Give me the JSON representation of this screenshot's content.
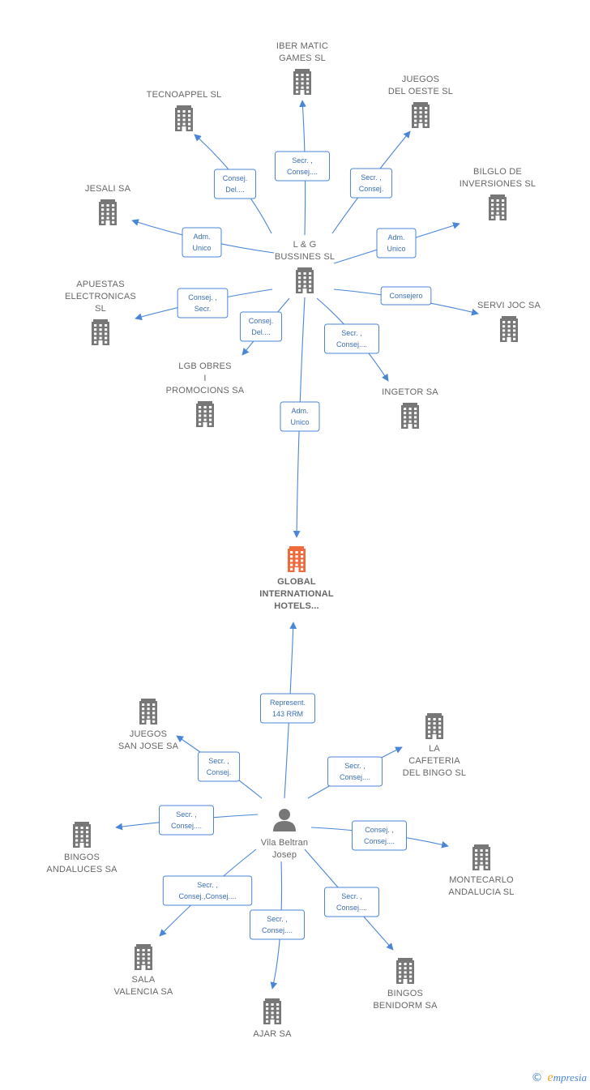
{
  "colors": {
    "edge": "#4a86d8",
    "company_icon": "#777777",
    "focus_icon": "#f06a3c",
    "person_icon": "#777777",
    "label": "#666666"
  },
  "nodes": [
    {
      "id": "lg",
      "type": "company",
      "lines": [
        "L & G",
        "BUSSINES  SL"
      ]
    },
    {
      "id": "global",
      "type": "focus",
      "lines": [
        "GLOBAL",
        "INTERNATIONAL",
        "HOTELS..."
      ]
    },
    {
      "id": "vila",
      "type": "person",
      "lines": [
        "Vila Beltran",
        "Josep"
      ]
    },
    {
      "id": "ibermatic",
      "type": "company",
      "lines": [
        "IBER MATIC",
        "GAMES SL"
      ]
    },
    {
      "id": "tecnoappel",
      "type": "company",
      "lines": [
        "TECNOAPPEL SL"
      ]
    },
    {
      "id": "juegosoeste",
      "type": "company",
      "lines": [
        "JUEGOS",
        "DEL OESTE SL"
      ]
    },
    {
      "id": "jesali",
      "type": "company",
      "lines": [
        "JESALI SA"
      ]
    },
    {
      "id": "bilglo",
      "type": "company",
      "lines": [
        "BILGLO DE",
        "INVERSIONES SL"
      ]
    },
    {
      "id": "apuestas",
      "type": "company",
      "lines": [
        "APUESTAS",
        "ELECTRONICAS",
        "SL"
      ]
    },
    {
      "id": "servijoc",
      "type": "company",
      "lines": [
        "SERVI JOC SA"
      ]
    },
    {
      "id": "lgbobres",
      "type": "company",
      "lines": [
        "LGB OBRES",
        "I",
        "PROMOCIONS SA"
      ]
    },
    {
      "id": "ingetor",
      "type": "company",
      "lines": [
        "INGETOR SA"
      ]
    },
    {
      "id": "juegossanjose",
      "type": "company",
      "lines": [
        "JUEGOS",
        "SAN JOSE SA"
      ]
    },
    {
      "id": "cafeteria",
      "type": "company",
      "lines": [
        "LA",
        "CAFETERIA",
        "DEL BINGO SL"
      ]
    },
    {
      "id": "bingosandaluces",
      "type": "company",
      "lines": [
        "BINGOS",
        "ANDALUCES SA"
      ]
    },
    {
      "id": "montecarlo",
      "type": "company",
      "lines": [
        "MONTECARLO",
        "ANDALUCIA SL"
      ]
    },
    {
      "id": "salavalencia",
      "type": "company",
      "lines": [
        "SALA",
        "VALENCIA SA"
      ]
    },
    {
      "id": "ajar",
      "type": "company",
      "lines": [
        "AJAR SA"
      ]
    },
    {
      "id": "bingosbenidorm",
      "type": "company",
      "lines": [
        "BINGOS",
        "BENIDORM SA"
      ]
    }
  ],
  "edges": [
    {
      "from": "lg",
      "to": "ibermatic",
      "label": [
        "Secr. ,",
        "Consej...."
      ]
    },
    {
      "from": "lg",
      "to": "tecnoappel",
      "label": [
        "Consej.",
        "Del...."
      ]
    },
    {
      "from": "lg",
      "to": "juegosoeste",
      "label": [
        "Secr. ,",
        "Consej."
      ]
    },
    {
      "from": "lg",
      "to": "jesali",
      "label": [
        "Adm.",
        "Unico"
      ]
    },
    {
      "from": "lg",
      "to": "bilglo",
      "label": [
        "Adm.",
        "Unico"
      ]
    },
    {
      "from": "lg",
      "to": "apuestas",
      "label": [
        "Consej. ,",
        "Secr."
      ]
    },
    {
      "from": "lg",
      "to": "servijoc",
      "label": [
        "Consejero"
      ]
    },
    {
      "from": "lg",
      "to": "lgbobres",
      "label": [
        "Consej.",
        "Del...."
      ]
    },
    {
      "from": "lg",
      "to": "ingetor",
      "label": [
        "Secr. ,",
        "Consej...."
      ]
    },
    {
      "from": "lg",
      "to": "global",
      "label": [
        "Adm.",
        "Unico"
      ]
    },
    {
      "from": "vila",
      "to": "global",
      "label": [
        "Represent.",
        "143 RRM"
      ]
    },
    {
      "from": "vila",
      "to": "juegossanjose",
      "label": [
        "Secr. ,",
        "Consej."
      ]
    },
    {
      "from": "vila",
      "to": "cafeteria",
      "label": [
        "Secr. ,",
        "Consej...."
      ]
    },
    {
      "from": "vila",
      "to": "bingosandaluces",
      "label": [
        "Secr. ,",
        "Consej...."
      ]
    },
    {
      "from": "vila",
      "to": "montecarlo",
      "label": [
        "Consej. ,",
        "Consej...."
      ]
    },
    {
      "from": "vila",
      "to": "salavalencia",
      "label": [
        "Secr. ,",
        "Consej.,Consej...."
      ]
    },
    {
      "from": "vila",
      "to": "ajar",
      "label": [
        "Secr. ,",
        "Consej...."
      ]
    },
    {
      "from": "vila",
      "to": "bingosbenidorm",
      "label": [
        "Secr. ,",
        "Consej...."
      ]
    }
  ],
  "footer": {
    "copyright_symbol": "©",
    "brand_initial": "e",
    "brand_rest": "mpresia"
  }
}
